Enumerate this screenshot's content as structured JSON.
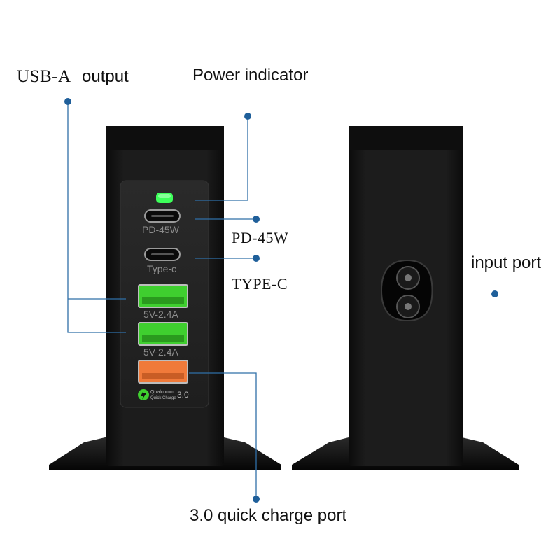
{
  "labels": {
    "usb_a_output_a": "USB-A",
    "usb_a_output_b": "output",
    "power_indicator": "Power indicator",
    "pd_45w": "PD-45W",
    "type_c": "TYPE-C",
    "input_port": "input port",
    "quick_charge_port": "3.0 quick charge port"
  },
  "device_text": {
    "pd_port": "PD-45W",
    "typec_port": "Type-c",
    "usb_port_1": "5V-2.4A",
    "usb_port_2": "5V-2.4A",
    "qc_brand": "Qualcomm",
    "qc_sub": "Quick Charge",
    "qc_version": "3.0"
  },
  "colors": {
    "leader_line": "#2f6fa8",
    "dot": "#1f5f9a",
    "body": "#141414",
    "usb_green": "#3fcf2f",
    "usb_orange": "#f07a3a",
    "led": "#3dff5a"
  }
}
